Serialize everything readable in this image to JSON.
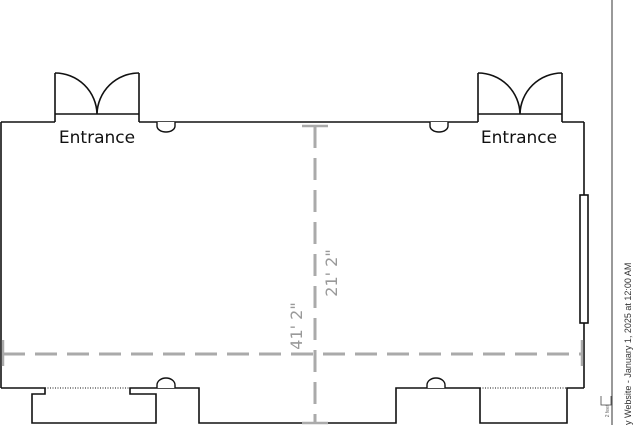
{
  "floorplan": {
    "entrance_left": "Entrance",
    "entrance_right": "Entrance",
    "length_dimension": "41' 2\"",
    "width_dimension": "21' 2\"",
    "scale_label": "2 feet",
    "footer": "y Website - January 1, 2025 at 12:00 AM",
    "colors": {
      "wall": "#111111",
      "dimension": "#aaaaaa"
    }
  }
}
